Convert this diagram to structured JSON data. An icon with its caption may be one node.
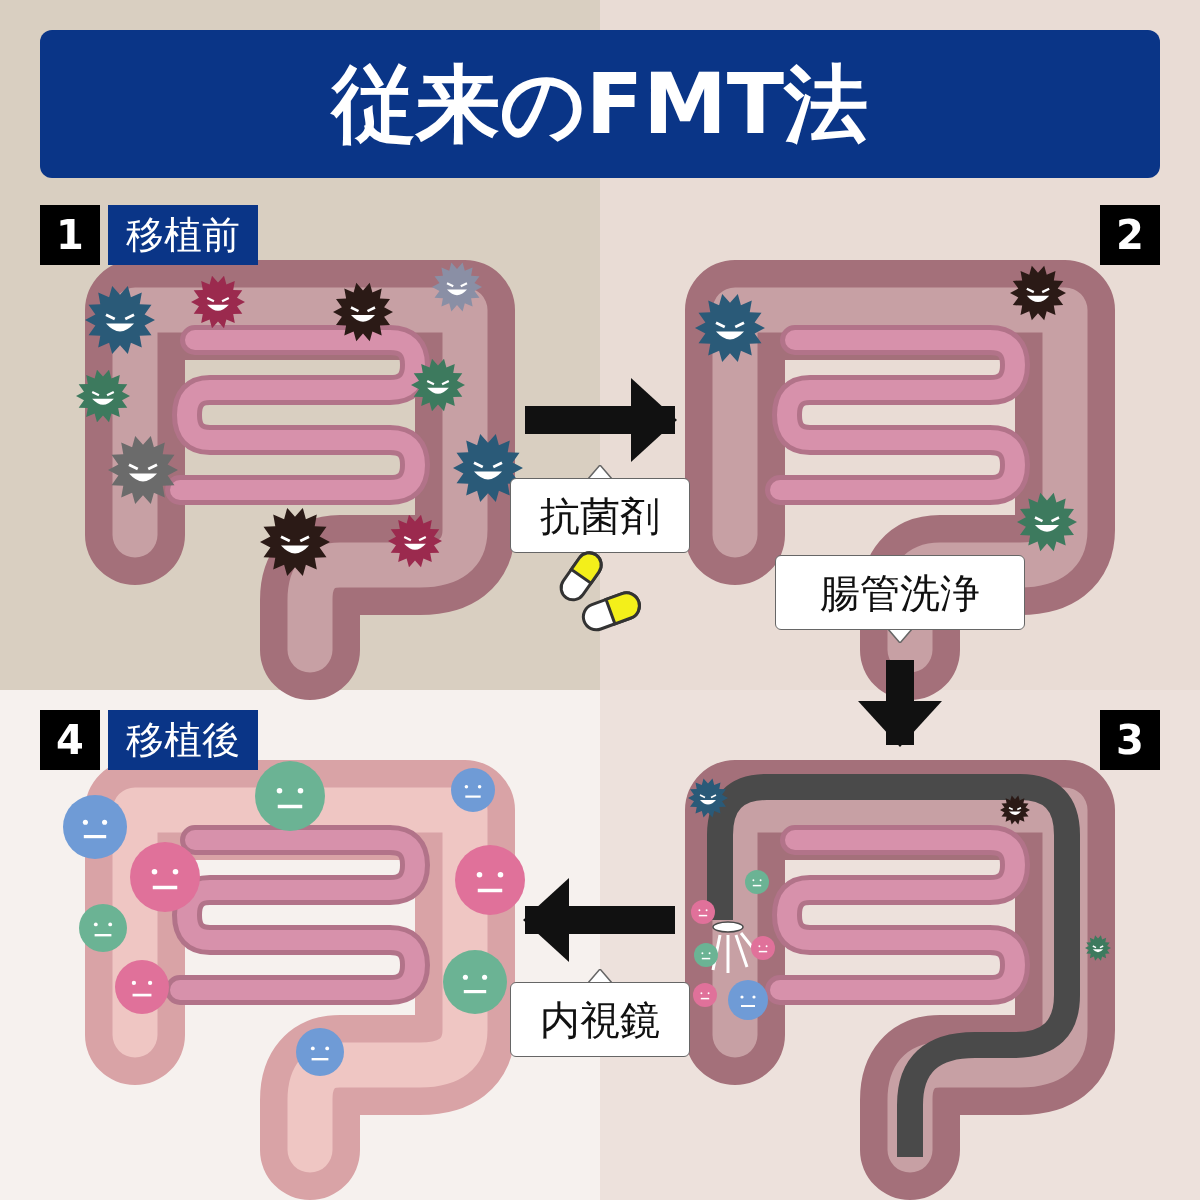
{
  "diagram": {
    "title": "従来のFMT法",
    "nodes": [
      {
        "text": [],
        "shape": "picture",
        "beside": [
          "1",
          "移植前"
        ]
      },
      {
        "text": [],
        "shape": "picture",
        "beside": [
          "2"
        ]
      },
      {
        "text": [],
        "shape": "picture",
        "beside": [
          "3"
        ]
      },
      {
        "text": [],
        "shape": "picture",
        "beside": [
          "4",
          "移植後"
        ]
      }
    ],
    "edges": [
      {
        "from": 0,
        "to": 1,
        "arrow": "to",
        "label": "抗菌剤"
      },
      {
        "from": 1,
        "to": 2,
        "arrow": "to",
        "label": "腸管洗浄"
      },
      {
        "from": 2,
        "to": 3,
        "arrow": "to",
        "label": "内視鏡"
      }
    ]
  }
}
